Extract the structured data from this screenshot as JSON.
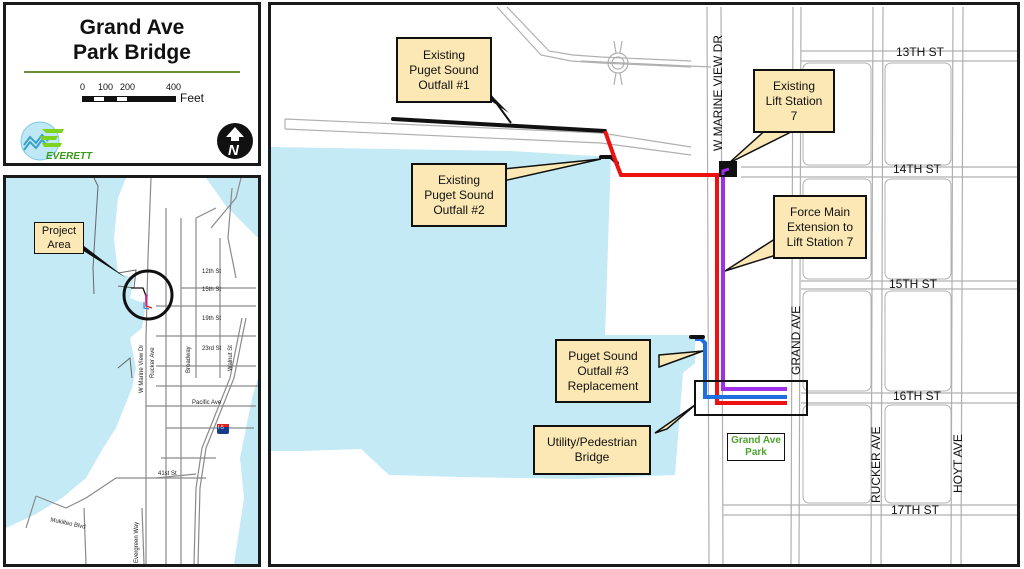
{
  "title_panel": {
    "title_line1": "Grand Ave",
    "title_line2": "Park Bridge",
    "scale_ticks": [
      "0",
      "100",
      "200",
      "400"
    ],
    "scale_unit": "Feet",
    "logo_text": "EVERETT",
    "logo_icon": "everett-city-logo-icon",
    "north_arrow_icon": "north-arrow-icon",
    "north_label": "N"
  },
  "inset_map": {
    "callout": "Project Area",
    "streets": [
      "12th St",
      "15th St",
      "19th St",
      "23rd St",
      "Pacific Ave",
      "41st St",
      "Mukilteo Blvd",
      "Evergreen Way",
      "W Marine View Dr",
      "Rucker Ave",
      "Broadway",
      "Walnut St"
    ],
    "highway_shield": "I-5",
    "colors": {
      "water": "#c4eaf6",
      "road": "#8a8a8a",
      "circle": "#111111"
    }
  },
  "main_map": {
    "callouts": {
      "outfall1": [
        "Existing",
        "Puget Sound",
        "Outfall #1"
      ],
      "outfall2": [
        "Existing",
        "Puget Sound",
        "Outfall #2"
      ],
      "lift_station": [
        "Existing",
        "Lift Station",
        "7"
      ],
      "force_main": [
        "Force Main",
        "Extension to",
        "Lift Station 7"
      ],
      "outfall3": [
        "Puget Sound",
        "Outfall #3",
        "Replacement"
      ],
      "bridge": [
        "Utility/Pedestrian",
        "Bridge"
      ]
    },
    "streets": {
      "st13": "13TH ST",
      "st14": "14TH ST",
      "st15": "15TH ST",
      "st16": "16TH ST",
      "st17": "17TH ST",
      "marine_view": "W MARINE VIEW DR",
      "grand": "GRAND AVE",
      "rucker": "RUCKER AVE",
      "hoyt": "HOYT AVE"
    },
    "park_label": [
      "Grand Ave",
      "Park"
    ],
    "colors": {
      "water": "#c4eaf6",
      "callout_fill": "#fbe8b4",
      "existing_outfall": "#111111",
      "new_pipe_red": "#ee1111",
      "force_main_purple": "#a030e8",
      "outfall3_blue": "#1f6fe0",
      "road_outline": "#b0b0b0",
      "park_text": "#4da32f"
    }
  }
}
